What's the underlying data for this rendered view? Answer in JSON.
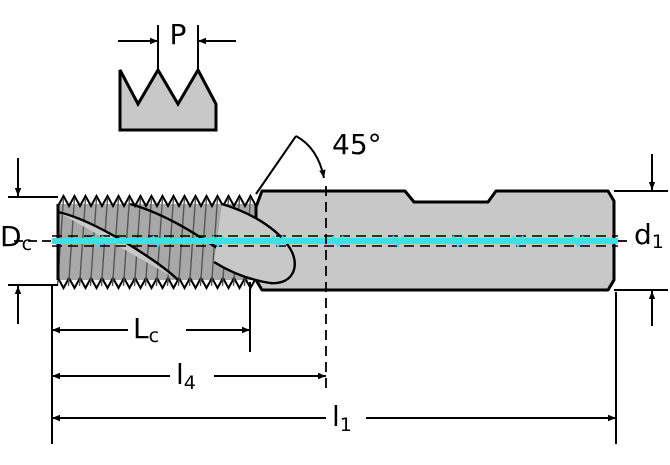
{
  "labels": {
    "pitch": "P",
    "angle": "45°",
    "cut_diameter_main": "D",
    "cut_diameter_sub": "c",
    "shank_diameter_main": "d",
    "shank_diameter_sub": "1",
    "cut_length_main": "L",
    "cut_length_sub": "c",
    "neck_length_main": "l",
    "neck_length_sub": "4",
    "overall_length_main": "l",
    "overall_length_sub": "1"
  },
  "colors": {
    "line": "#000000",
    "tool_fill": "#c8c8c8",
    "thread_fill": "#a8a8a8",
    "coolant": "#3ee0e6"
  }
}
